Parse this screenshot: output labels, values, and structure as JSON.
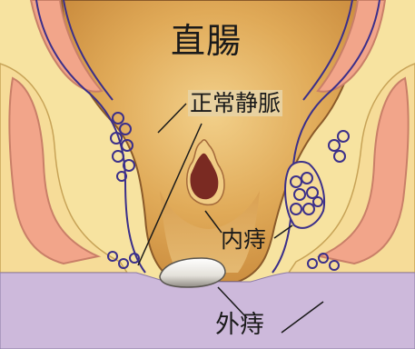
{
  "labels": {
    "title": "直腸",
    "normal_vein": "正常静脈",
    "internal_hemorrhoid": "内痔",
    "external_hemorrhoid": "外痔"
  },
  "colors": {
    "rectum": "#d9a050",
    "rectum_light": "#f0cc84",
    "muscle": "#f2a58a",
    "muscle_edge": "#c97f68",
    "tissue": "#f8e7a3",
    "veins": "#3b2f8a",
    "skin": "#cdb9db",
    "internal_hemorrhoid": "#7a2a22",
    "external_hemorrhoid": "#f4f1ea"
  },
  "icons": {
    "internal": "dark-red-blob-icon",
    "external": "white-clot-icon"
  }
}
